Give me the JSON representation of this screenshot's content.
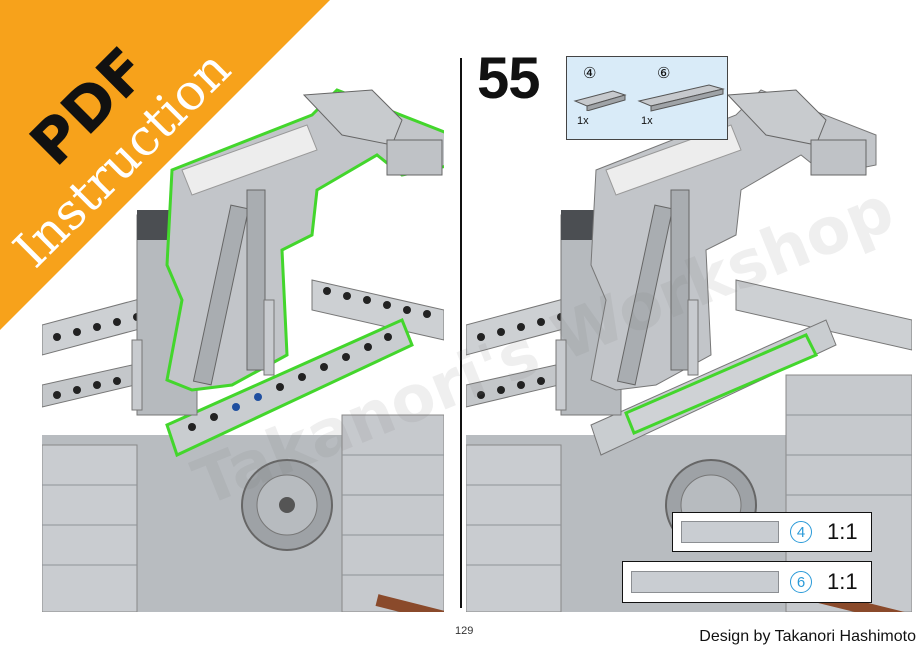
{
  "banner": {
    "line1": "PDF",
    "line2": "Instruction"
  },
  "step": {
    "number": "55"
  },
  "parts": [
    {
      "id": "④",
      "qty": "1x"
    },
    {
      "id": "⑥",
      "qty": "1x"
    }
  ],
  "scale_guides": [
    {
      "id": "4",
      "ratio": "1:1"
    },
    {
      "id": "6",
      "ratio": "1:1"
    }
  ],
  "footer": {
    "page_number": "129",
    "credit": "Design by Takanori Hashimoto"
  },
  "watermark": {
    "text": "Takanori's Workshop"
  },
  "colors": {
    "highlight": "#43d62c",
    "banner": "#f7a21b",
    "parts_bg": "#d9ebf8",
    "scale_circle": "#2a9ad8"
  }
}
